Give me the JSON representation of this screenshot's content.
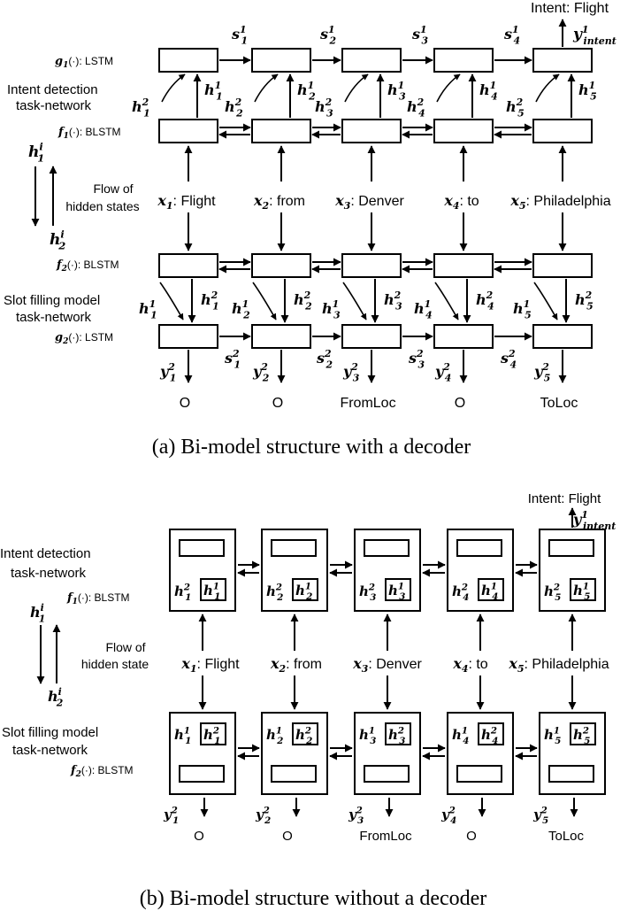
{
  "words": [
    {
      "var": "x",
      "sub": "1",
      "word": "Flight"
    },
    {
      "var": "x",
      "sub": "2",
      "word": "from"
    },
    {
      "var": "x",
      "sub": "3",
      "word": "Denver"
    },
    {
      "var": "x",
      "sub": "4",
      "word": "to"
    },
    {
      "var": "x",
      "sub": "5",
      "word": "Philadelphia"
    }
  ],
  "slots": [
    "O",
    "O",
    "FromLoc",
    "O",
    "ToLoc"
  ],
  "intent_label": "Intent: Flight",
  "intent_output": {
    "var": "y",
    "sup": "1",
    "sub": "intent"
  },
  "labels": {
    "intent_task_line1": "Intent detection",
    "intent_task_line2": "task-network",
    "slot_task_line1": "Slot filling model",
    "slot_task_line2": "task-network",
    "flow_line1": "Flow of",
    "flow_line2_a": "hidden states",
    "flow_line2_b": "hidden state",
    "g1_fn": "g",
    "g1_sub": "1",
    "g1_arg": "(·): LSTM",
    "f1_fn": "f",
    "f1_sub": "1",
    "f1_arg": "(·): BLSTM",
    "f2_fn": "f",
    "f2_sub": "2",
    "f2_arg": "(·): BLSTM",
    "g2_fn": "g",
    "g2_sub": "2",
    "g2_arg": "(·): LSTM",
    "hi_var": "h",
    "hi_sup": "i",
    "hi1_sub": "1",
    "hi2_sub": "2"
  },
  "captions": {
    "a": "(a) Bi-model structure with a decoder",
    "b": "(b) Bi-model structure without a decoder"
  },
  "symbols": {
    "h": "h",
    "s": "s",
    "y": "y"
  }
}
